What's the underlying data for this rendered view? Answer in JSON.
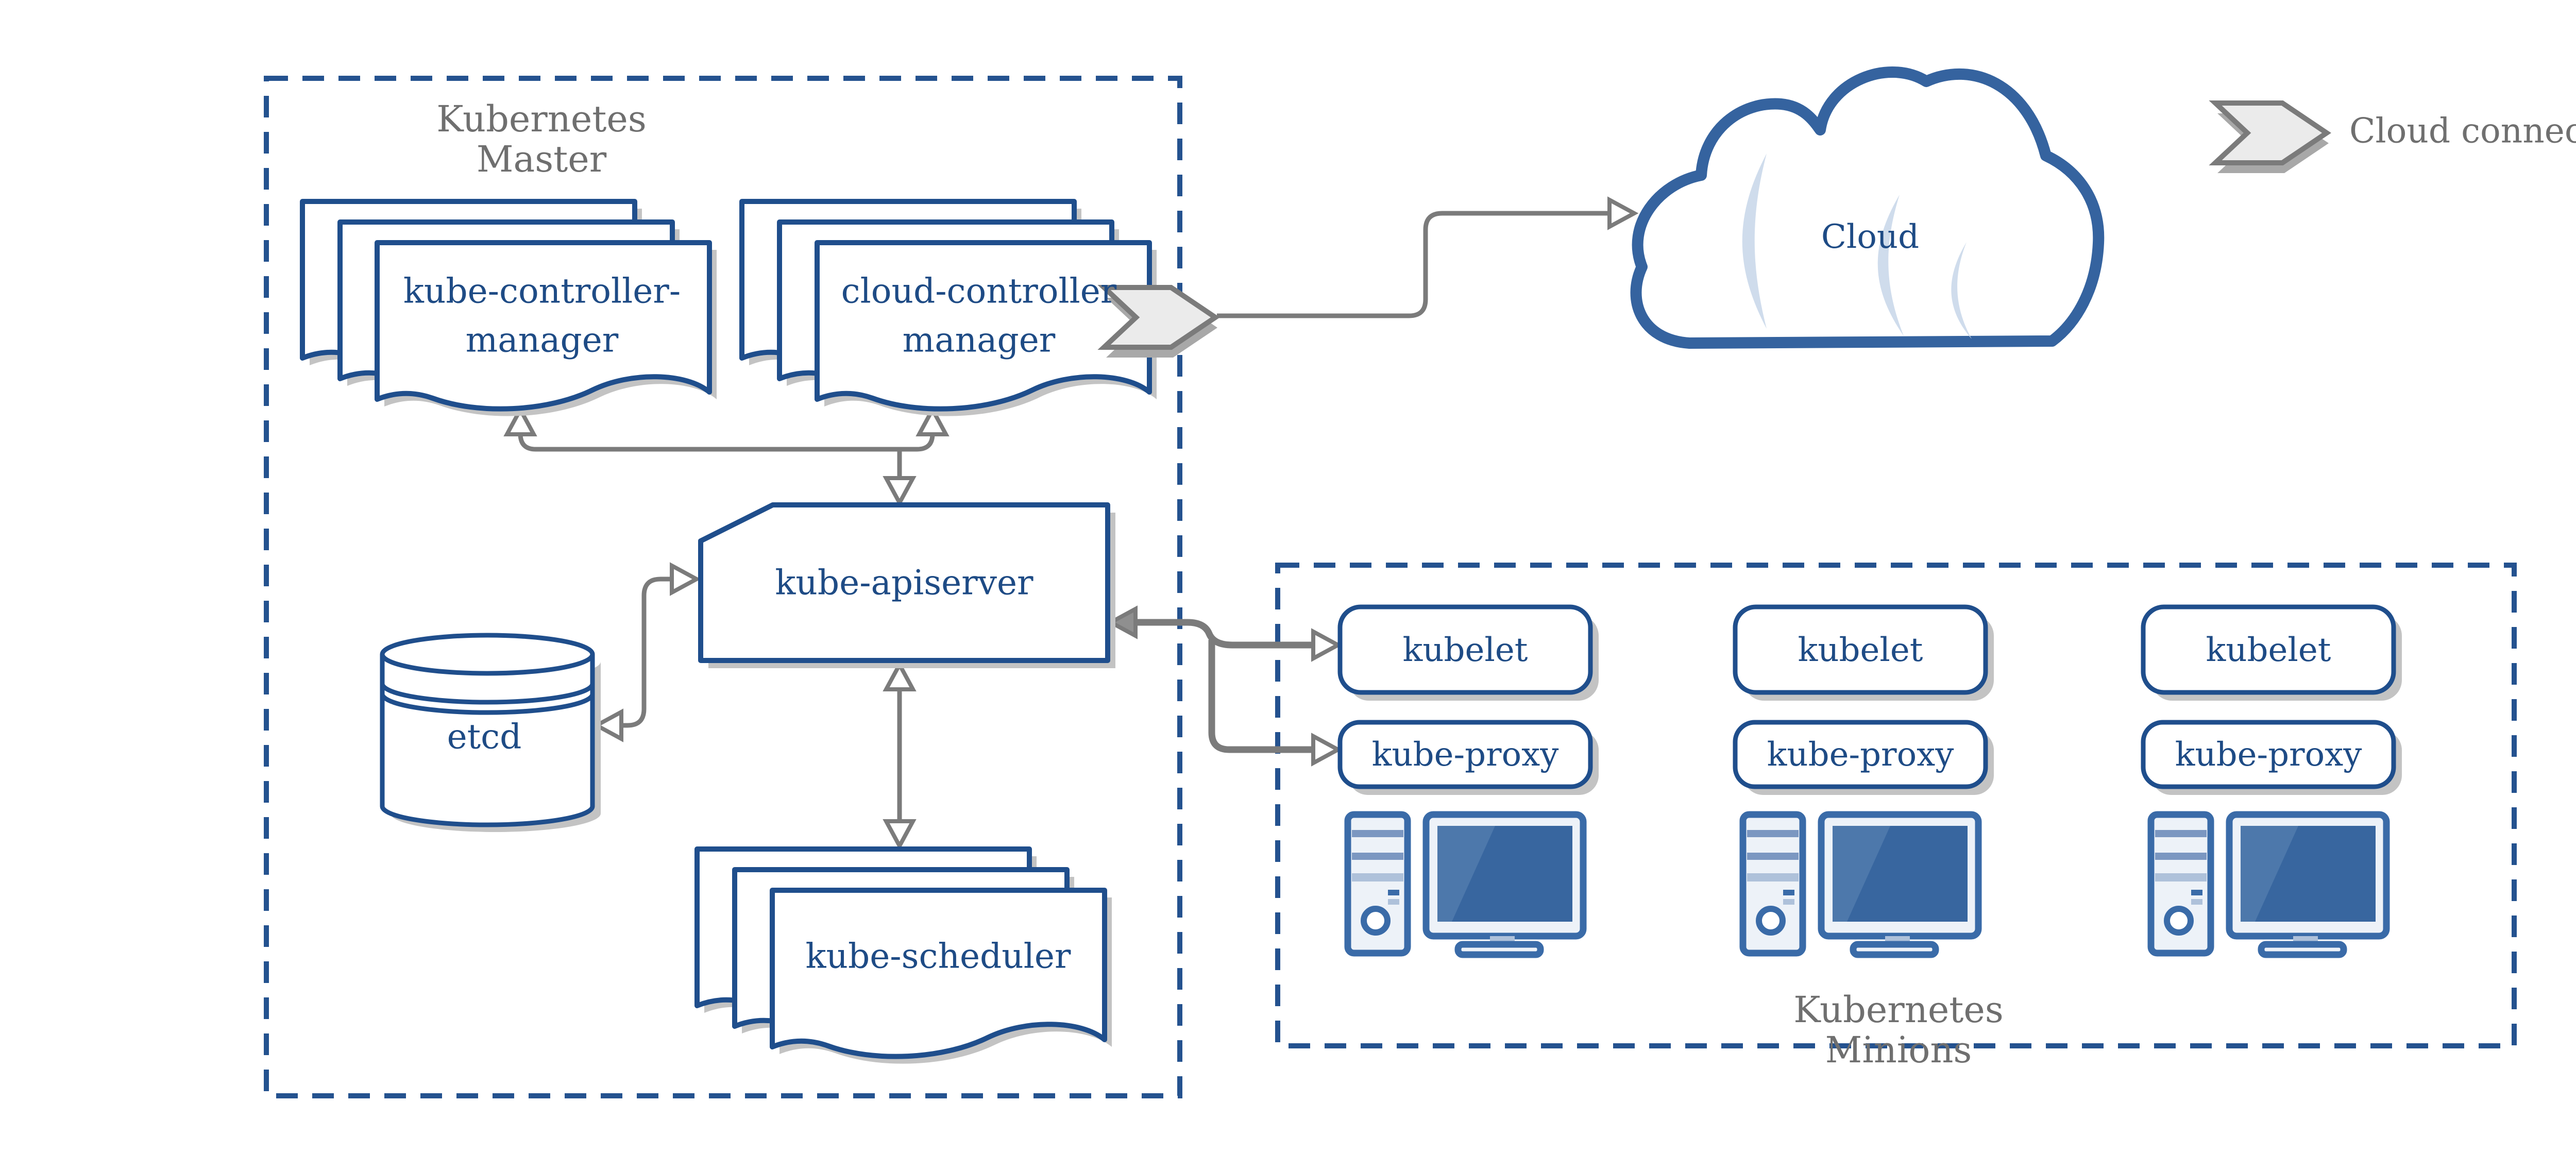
{
  "master": {
    "title": {
      "line1": "Kubernetes",
      "line2": "Master"
    }
  },
  "minions": {
    "title": {
      "line1": "Kubernetes",
      "line2": "Minions"
    },
    "workers": [
      {
        "kubelet": "kubelet",
        "kube_proxy": "kube-proxy"
      },
      {
        "kubelet": "kubelet",
        "kube_proxy": "kube-proxy"
      },
      {
        "kubelet": "kubelet",
        "kube_proxy": "kube-proxy"
      }
    ]
  },
  "nodes": {
    "kube_controller_manager": {
      "line1": "kube-controller-",
      "line2": "manager"
    },
    "cloud_controller_manager": {
      "line1": "cloud-controller",
      "line2": "manager"
    },
    "kube_apiserver": {
      "label": "kube-apiserver"
    },
    "etcd": {
      "label": "etcd"
    },
    "kube_scheduler": {
      "label": "kube-scheduler"
    },
    "cloud": {
      "label": "Cloud"
    }
  },
  "legend": {
    "cloud_connector": "Cloud connector"
  },
  "colors": {
    "node_stroke": "#1f4e8c",
    "text_blue": "#1e4b85",
    "boundary": "#24528f",
    "connector": "#7b7b7b",
    "muted_text": "#6f6f6f",
    "shadow": "#c3c3c3",
    "chevron_fill": "#ebebeb",
    "cloud_stroke": "#35639f",
    "screen_blue": "#38669f"
  }
}
